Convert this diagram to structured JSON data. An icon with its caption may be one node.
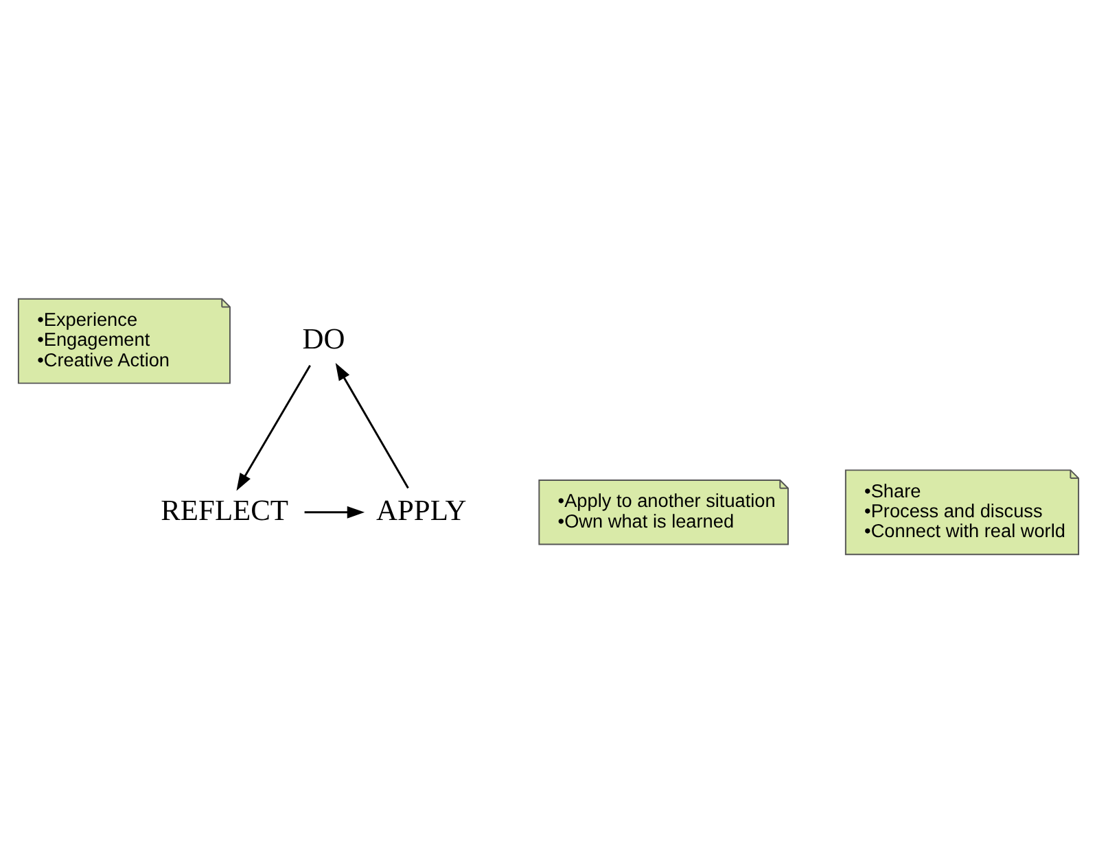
{
  "diagram": {
    "nodes": [
      {
        "text": [
          "•Experience",
          "•Engagement",
          "•Creative Action"
        ]
      },
      {
        "text": [
          "DO"
        ]
      },
      {
        "text": [
          "•Apply to another situation",
          "•Own what is learned"
        ]
      },
      {
        "text": [
          "APPLY"
        ]
      },
      {
        "text": [
          "REFLECT"
        ]
      },
      {
        "text": [
          "•Share",
          "•Process and discuss",
          "•Connect with real world"
        ]
      }
    ],
    "edges": [
      {
        "from": 1,
        "to": 4,
        "arrow": "to"
      },
      {
        "from": 4,
        "to": 3,
        "arrow": "to"
      },
      {
        "from": 3,
        "to": 1,
        "arrow": "to"
      }
    ]
  }
}
